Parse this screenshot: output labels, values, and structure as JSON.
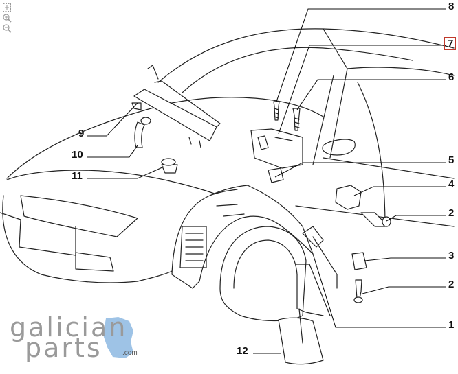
{
  "toolbar": {
    "tools": [
      {
        "name": "fit-icon"
      },
      {
        "name": "zoom-in-icon"
      },
      {
        "name": "zoom-out-icon"
      }
    ]
  },
  "diagram": {
    "callouts": [
      {
        "id": "c8",
        "label": "8"
      },
      {
        "id": "c7",
        "label": "7",
        "highlighted": true
      },
      {
        "id": "c6",
        "label": "6"
      },
      {
        "id": "c5",
        "label": "5"
      },
      {
        "id": "c4",
        "label": "4"
      },
      {
        "id": "c2a",
        "label": "2"
      },
      {
        "id": "c3",
        "label": "3"
      },
      {
        "id": "c2b",
        "label": "2"
      },
      {
        "id": "c1",
        "label": "1"
      },
      {
        "id": "c9",
        "label": "9"
      },
      {
        "id": "c10",
        "label": "10"
      },
      {
        "id": "c11",
        "label": "11"
      },
      {
        "id": "c12",
        "label": "12"
      }
    ]
  },
  "logo": {
    "line1": "galician",
    "line2": "parts",
    "tld": ".com",
    "accent_color": "#9ec3e6",
    "text_color": "#9a9a9a"
  },
  "colors": {
    "highlight": "#c0392b",
    "stroke": "#222222"
  }
}
